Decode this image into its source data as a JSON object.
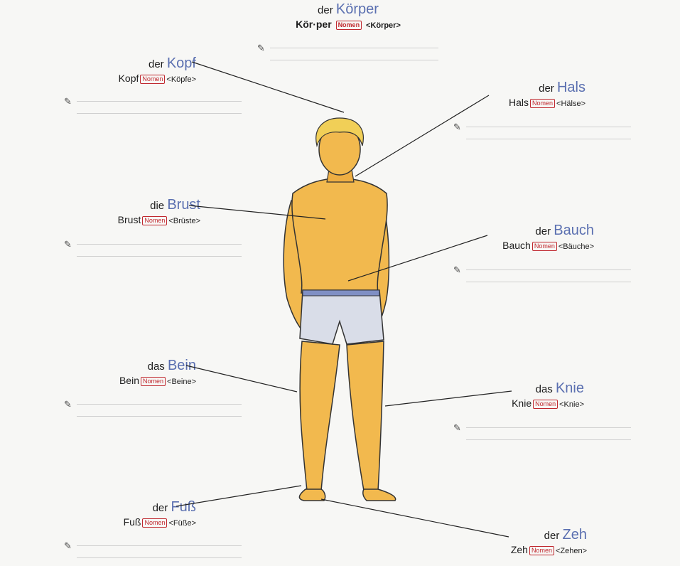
{
  "tag_label": "Nomen",
  "header": {
    "article": "der",
    "word": "Körper",
    "syllables": "Kör·per",
    "plural": "<Körper>"
  },
  "labels": [
    {
      "id": "kopf",
      "article": "der",
      "word": "Kopf",
      "base": "Kopf",
      "plural": "<Köpfe>"
    },
    {
      "id": "hals",
      "article": "der",
      "word": "Hals",
      "base": "Hals",
      "plural": "<Hälse>"
    },
    {
      "id": "brust",
      "article": "die",
      "word": "Brust",
      "base": "Brust",
      "plural": "<Brüste>"
    },
    {
      "id": "bauch",
      "article": "der",
      "word": "Bauch",
      "base": "Bauch",
      "plural": "<Bäuche>"
    },
    {
      "id": "bein",
      "article": "das",
      "word": "Bein",
      "base": "Bein",
      "plural": "<Beine>"
    },
    {
      "id": "knie",
      "article": "das",
      "word": "Knie",
      "base": "Knie",
      "plural": "<Knie>"
    },
    {
      "id": "fuss",
      "article": "der",
      "word": "Fuß",
      "base": "Fuß",
      "plural": "<Füße>"
    },
    {
      "id": "zeh",
      "article": "der",
      "word": "Zeh",
      "base": "Zeh",
      "plural": "<Zehen>"
    }
  ],
  "colors": {
    "word_blue": "#5a6fb0",
    "tag_red": "#c0282e",
    "skin": "#f2b94e",
    "hair": "#f1cf57",
    "shorts": "#d9dde8"
  },
  "icons": {
    "pencil": "pencil-icon"
  }
}
